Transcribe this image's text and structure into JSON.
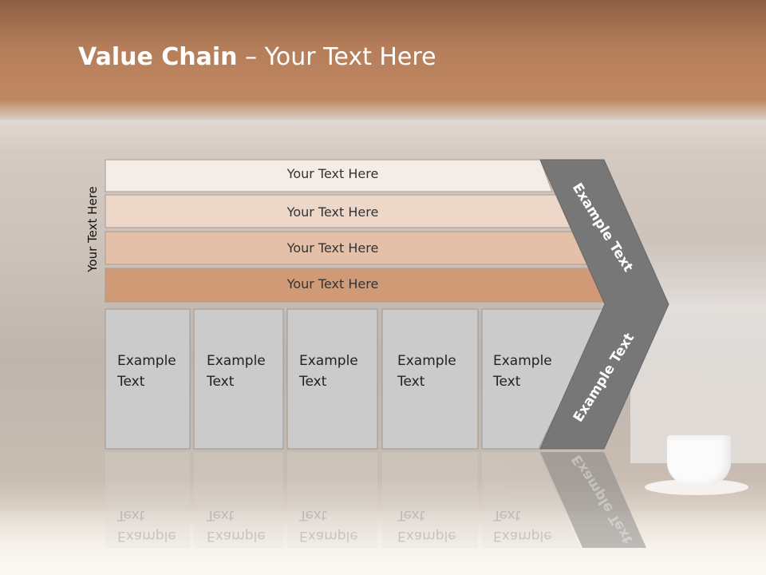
{
  "slide": {
    "title_bold": "Value Chain",
    "title_rest": " – Your Text Here",
    "side_label": "Your Text Here"
  },
  "bars": [
    {
      "label": "Your Text Here",
      "color": "#f4ece6"
    },
    {
      "label": "Your Text Here",
      "color": "#ecd7c9"
    },
    {
      "label": "Your Text Here",
      "color": "#e3c0a7"
    },
    {
      "label": "Your Text Here",
      "color": "#d09a77"
    }
  ],
  "columns": [
    {
      "line1": "Example",
      "line2": "Text"
    },
    {
      "line1": "Example",
      "line2": "Text"
    },
    {
      "line1": "Example",
      "line2": "Text"
    },
    {
      "line1": "Example",
      "line2": "Text"
    },
    {
      "line1": "Example",
      "line2": "Text"
    }
  ],
  "chevron": {
    "upper_label": "Example Text",
    "lower_label": "Example Text",
    "color": "#777777"
  },
  "colors": {
    "column_fill": "#cbcbcb",
    "column_border": "#9a9a9a"
  }
}
